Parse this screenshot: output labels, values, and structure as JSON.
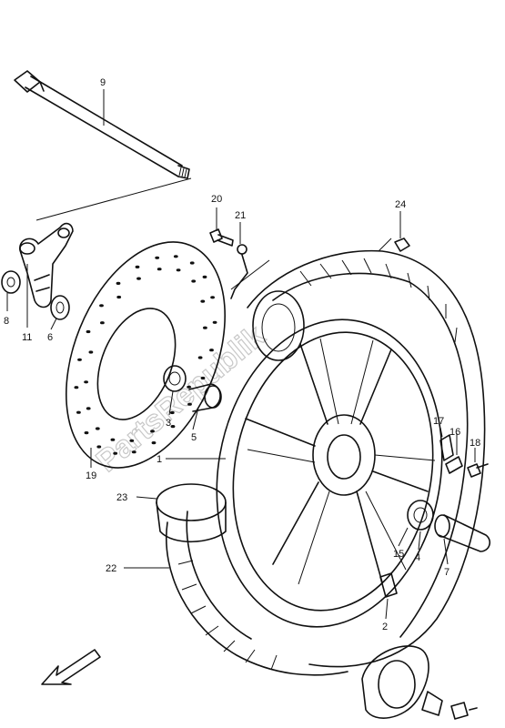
{
  "watermark": "PartsRepublik",
  "callouts": {
    "c1": "1",
    "c2": "2",
    "c3": "3",
    "c4": "4",
    "c5": "5",
    "c6": "6",
    "c7": "7",
    "c8": "8",
    "c9": "9",
    "c11": "11",
    "c15": "15",
    "c16": "16",
    "c17": "17",
    "c18": "18",
    "c19": "19",
    "c20": "20",
    "c21": "21",
    "c22": "22",
    "c23": "23",
    "c24": "24"
  },
  "icons": {
    "direction_arrow": "front-direction-arrow-icon"
  }
}
